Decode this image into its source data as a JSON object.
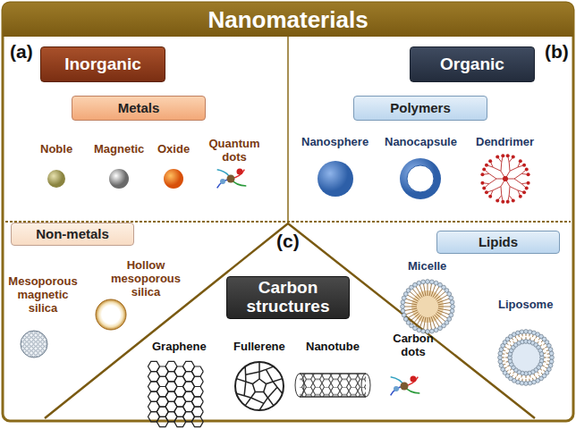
{
  "diagram": {
    "title": "Nanomaterials",
    "nodes": [
      {
        "text": [
          "Inorganic"
        ]
      },
      {
        "text": [
          "Organic"
        ]
      },
      {
        "text": [
          "Metals"
        ]
      },
      {
        "text": [
          "Polymers"
        ]
      },
      {
        "text": [
          "Non-metals"
        ]
      },
      {
        "text": [
          "Lipids"
        ]
      },
      {
        "text": [
          "Carbon structures"
        ]
      }
    ],
    "labels": [
      "(a)",
      "(b)",
      "(c)",
      "Noble",
      "Magnetic",
      "Oxide",
      "Quantum dots",
      "Nanosphere",
      "Nanocapsule",
      "Dendrimer",
      "Mesoporous magnetic silica",
      "Hollow mesoporous silica",
      "Micelle",
      "Liposome",
      "Graphene",
      "Fullerene",
      "Nanotube",
      "Carbon dots"
    ]
  }
}
